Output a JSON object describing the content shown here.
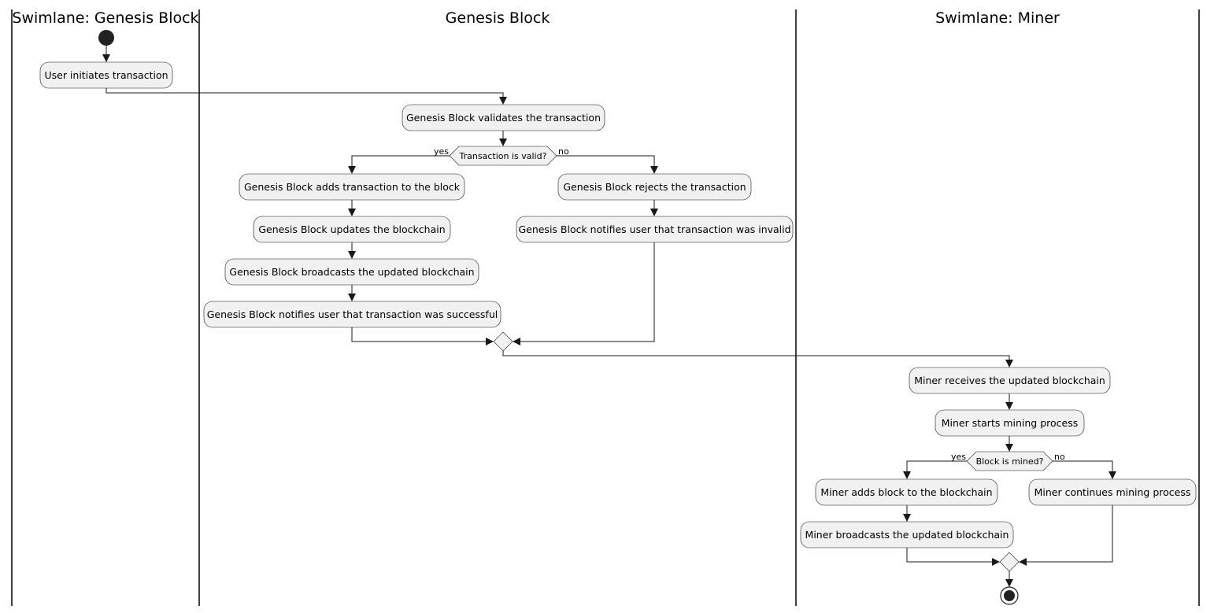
{
  "lanes": [
    {
      "title": "Swimlane: Genesis Block"
    },
    {
      "title": "Genesis Block"
    },
    {
      "title": "Swimlane: Miner"
    }
  ],
  "activities": {
    "user_initiates": "User initiates transaction",
    "validates": "Genesis Block validates the transaction",
    "adds_tx": "Genesis Block adds transaction to the block",
    "updates_chain": "Genesis Block updates the blockchain",
    "broadcasts": "Genesis Block broadcasts the updated blockchain",
    "notifies_success": "Genesis Block notifies user that transaction was successful",
    "rejects": "Genesis Block rejects the transaction",
    "notifies_invalid": "Genesis Block notifies user that transaction was invalid",
    "miner_receives": "Miner receives the updated blockchain",
    "miner_starts": "Miner starts mining process",
    "miner_adds": "Miner adds block to the blockchain",
    "miner_broadcasts": "Miner broadcasts the updated blockchain",
    "miner_continues": "Miner continues mining process"
  },
  "decisions": {
    "tx_valid": {
      "label": "Transaction is valid?",
      "yes": "yes",
      "no": "no"
    },
    "block_mined": {
      "label": "Block is mined?",
      "yes": "yes",
      "no": "no"
    }
  }
}
